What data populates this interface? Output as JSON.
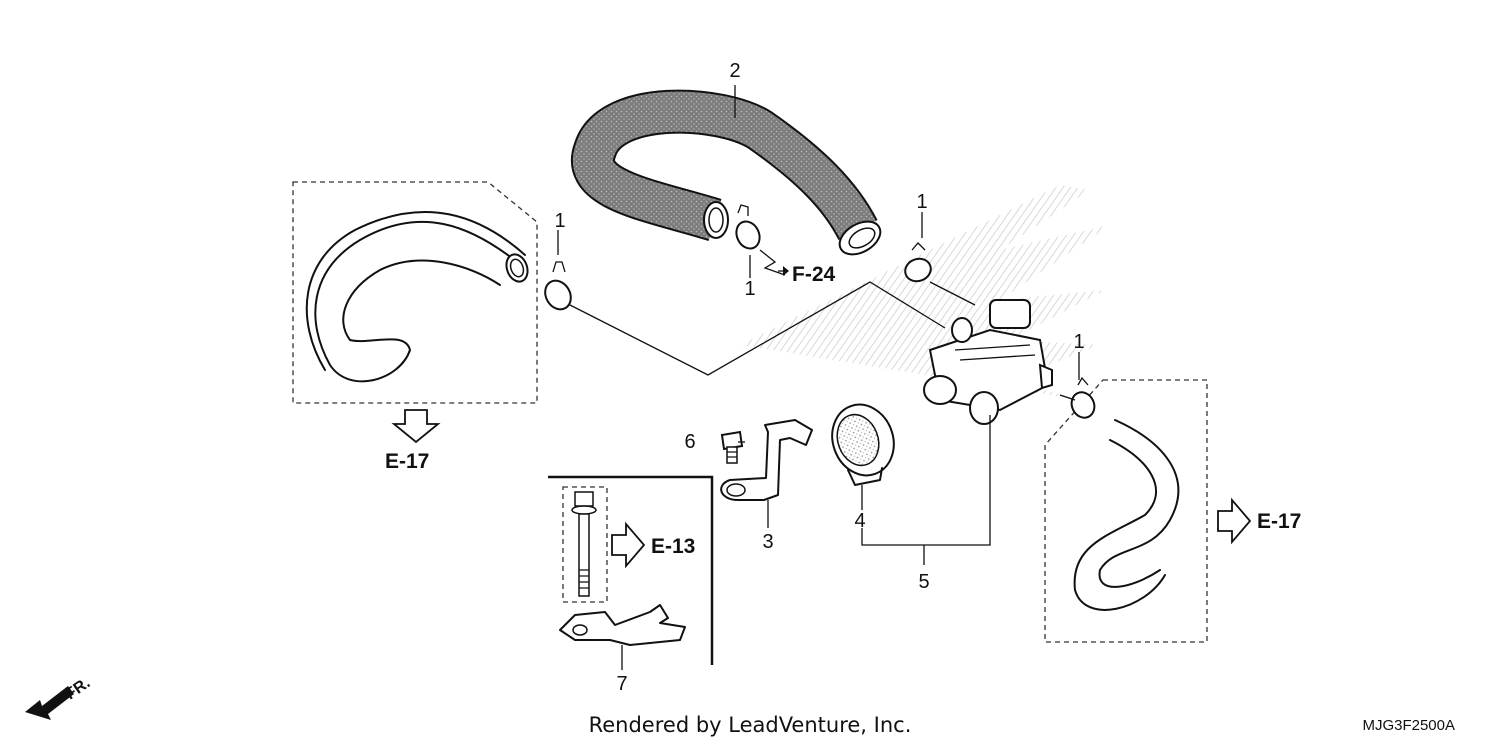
{
  "callouts": {
    "c1_left": "1",
    "c1_mid": "1",
    "c1_top": "1",
    "c1_right": "1",
    "c2": "2",
    "c3": "3",
    "c4": "4",
    "c5": "5",
    "c6": "6",
    "c7": "7"
  },
  "refs": {
    "e17_left": "E-17",
    "e17_right": "E-17",
    "e13": "E-13",
    "f24": "F-24"
  },
  "direction": {
    "front": "FR."
  },
  "footer": {
    "credit": "Rendered by LeadVenture, Inc.",
    "diagram_code": "MJG3F2500A"
  }
}
